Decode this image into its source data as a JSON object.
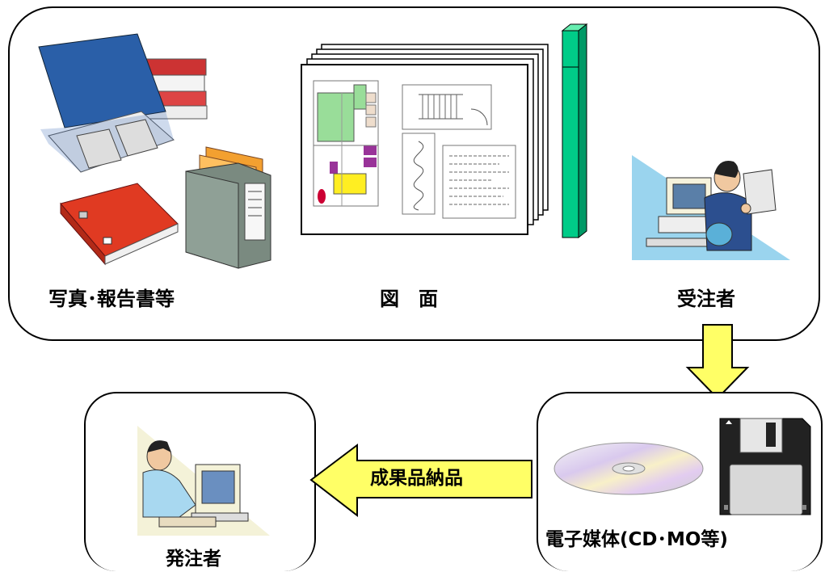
{
  "labels": {
    "photos_reports": "写真･報告書等",
    "drawings": "図　面",
    "contractor": "受注者",
    "orderer": "発注者",
    "media": "電子媒体(CD･MO等)",
    "delivery": "成果品納品"
  },
  "colors": {
    "arrow_fill": "#ffff66",
    "floor_green": "#99dd99",
    "floor_purple": "#993399",
    "floor_yellow": "#ffee22",
    "pillar": "#00cc88",
    "figure_blue": "#2c4f8f"
  },
  "icons": {
    "books": "stack-of-books-icon",
    "binder": "red-binder-icon",
    "file_box": "file-box-icon",
    "drawings": "drawing-sheets-icon",
    "contractor": "contractor-at-computer-icon",
    "orderer": "orderer-at-computer-icon",
    "cd": "cd-disc-icon",
    "floppy": "floppy-disk-icon"
  }
}
